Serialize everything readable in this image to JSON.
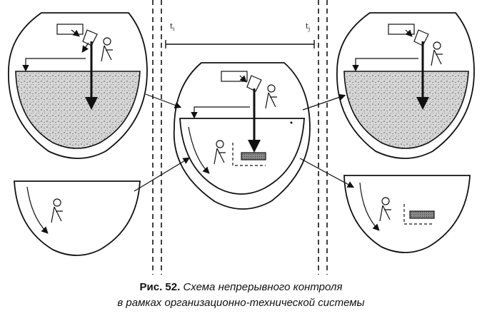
{
  "timeline": {
    "start_label": "t",
    "start_sub": "i",
    "end_label": "t",
    "end_sub": "j"
  },
  "caption": {
    "number": "Рис. 52.",
    "line1": "Схема непрерывного контроля",
    "line2": "в рамках организационно-технической системы"
  },
  "colors": {
    "ink": "#111111",
    "fill_light": "#cfcfcf",
    "fill_mid": "#9a9a9a",
    "fill_dark": "#555555"
  }
}
